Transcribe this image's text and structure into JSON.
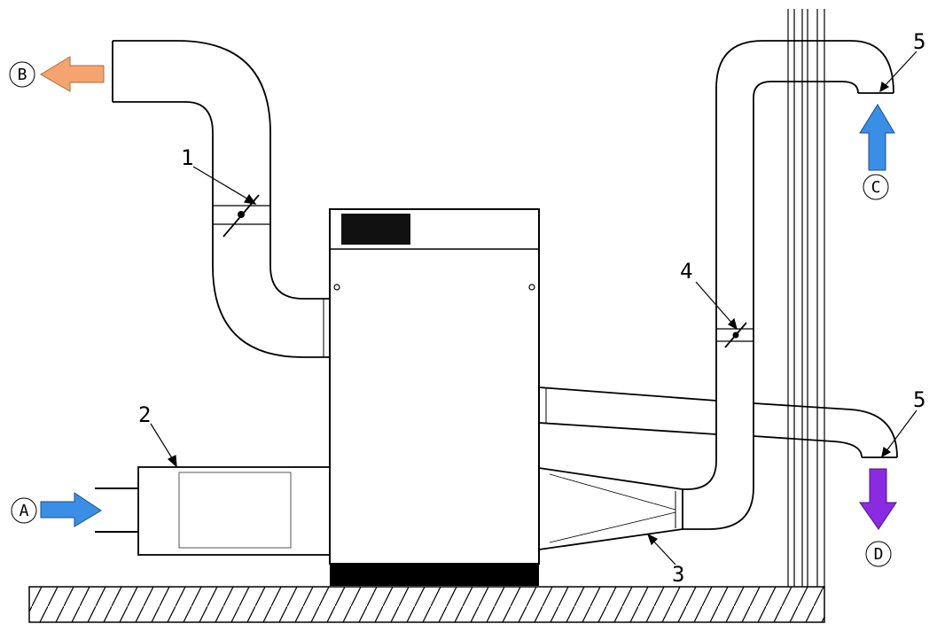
{
  "callouts": [
    {
      "id": "1",
      "text": "1"
    },
    {
      "id": "2",
      "text": "2"
    },
    {
      "id": "3",
      "text": "3"
    },
    {
      "id": "4",
      "text": "4"
    },
    {
      "id": "5a",
      "text": "5"
    },
    {
      "id": "5b",
      "text": "5"
    }
  ],
  "flows": [
    {
      "id": "A",
      "label": "A",
      "color": "#3b8ee6"
    },
    {
      "id": "B",
      "label": "B",
      "color": "#f4a46f"
    },
    {
      "id": "C",
      "label": "C",
      "color": "#3b8ee6"
    },
    {
      "id": "D",
      "label": "D",
      "color": "#8a2be2"
    }
  ],
  "colors": {
    "line": "#000000",
    "panel": "#111111",
    "hatch": "#000000"
  }
}
